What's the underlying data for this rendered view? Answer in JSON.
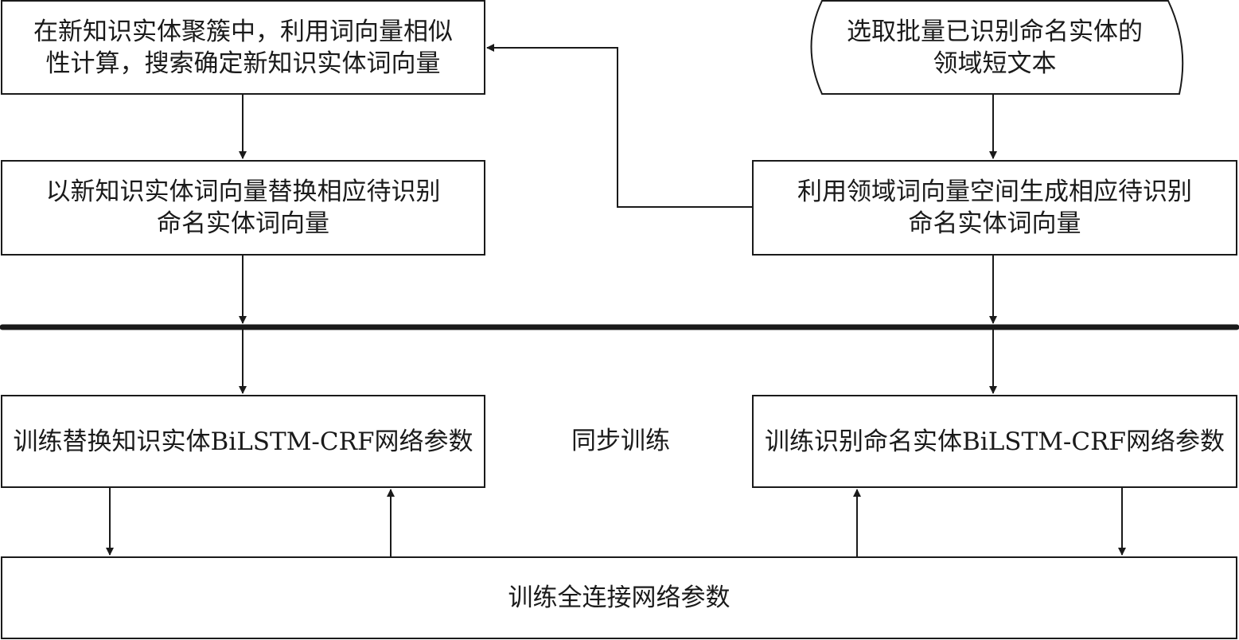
{
  "nodes": {
    "search_new_entity_vector": {
      "lines": [
        "在新知识实体聚簇中，利用词向量相似",
        "性计算，搜索确定新知识实体词向量"
      ]
    },
    "select_domain_texts": {
      "lines": [
        "选取批量已识别命名实体的",
        "领域短文本"
      ]
    },
    "replace_vector": {
      "lines": [
        "以新知识实体词向量替换相应待识别",
        "命名实体词向量"
      ]
    },
    "generate_vector": {
      "lines": [
        "利用领域词向量空间生成相应待识别",
        "命名实体词向量"
      ]
    },
    "train_replace_bilstm": {
      "lines": [
        "训练替换知识实体BiLSTM-CRF网络参数"
      ]
    },
    "train_recognize_bilstm": {
      "lines": [
        "训练识别命名实体BiLSTM-CRF网络参数"
      ]
    },
    "train_fully_connected": {
      "lines": [
        "训练全连接网络参数"
      ]
    }
  },
  "sync_label": "同步训练",
  "colors": {
    "stroke": "#1a1a1a",
    "background": "#ffffff"
  }
}
